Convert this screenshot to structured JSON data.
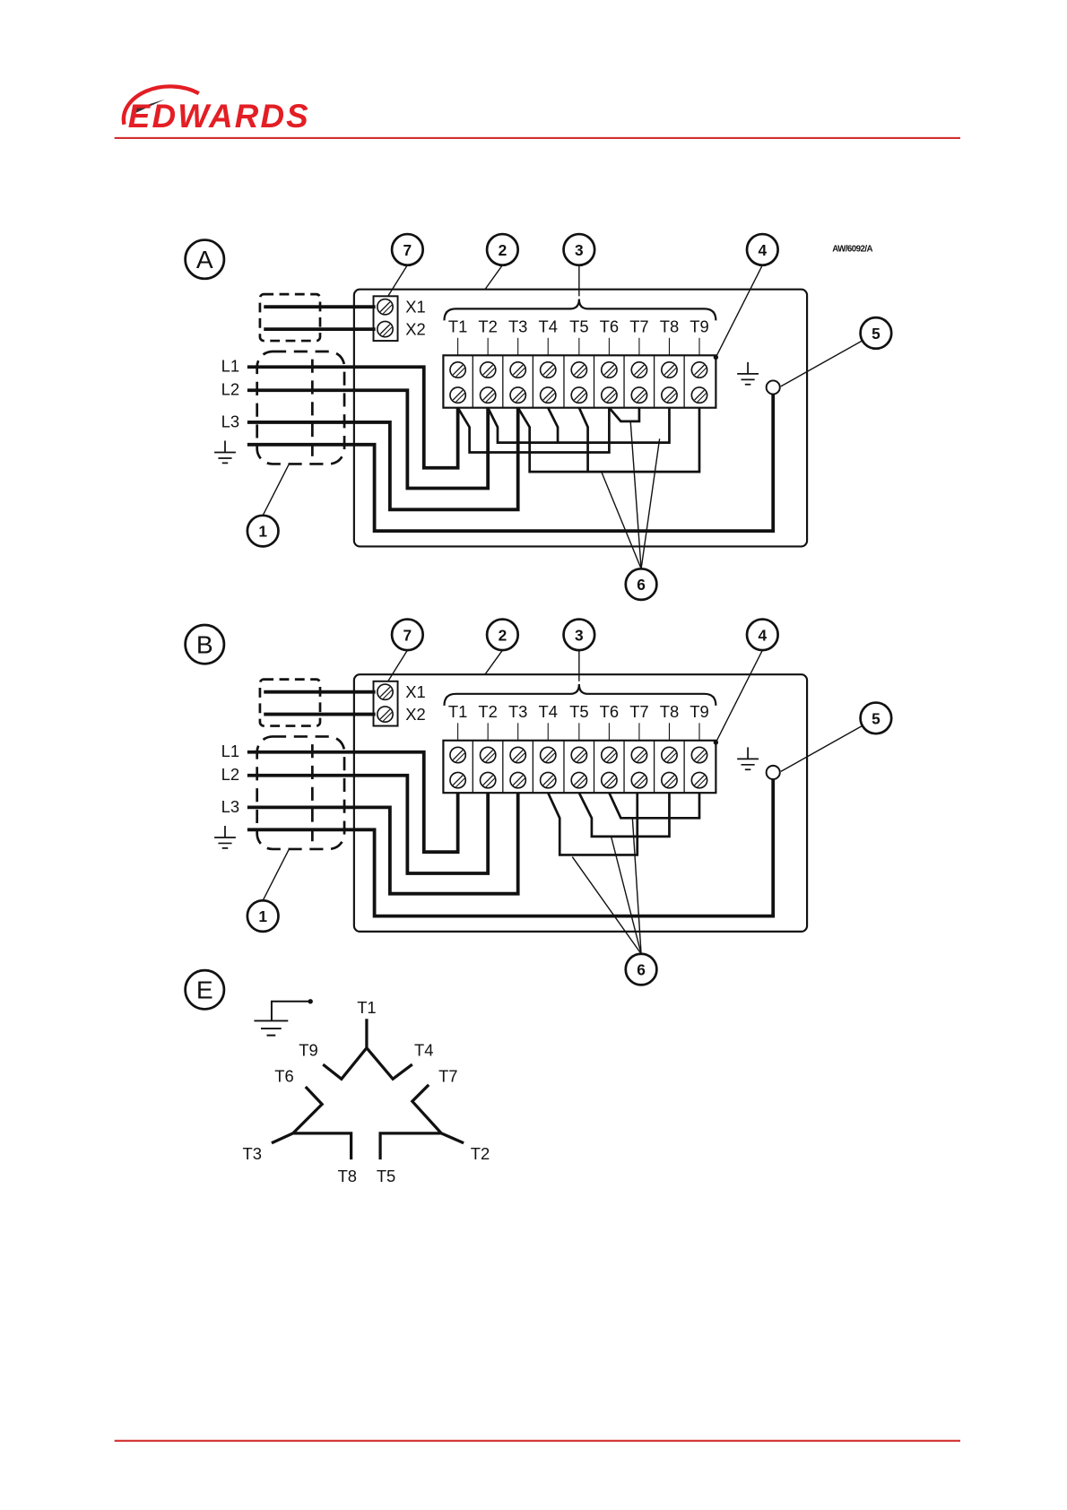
{
  "header": {
    "logo_text": "EDWARDS",
    "brand_color": "#e31e24"
  },
  "drawing_ref": "AW/6092/A",
  "panels": [
    {
      "id": "A"
    },
    {
      "id": "B"
    }
  ],
  "callouts": [
    "1",
    "2",
    "3",
    "4",
    "5",
    "6",
    "7"
  ],
  "terminals": [
    "T1",
    "T2",
    "T3",
    "T4",
    "T5",
    "T6",
    "T7",
    "T8",
    "T9"
  ],
  "aux_terminals": [
    "X1",
    "X2"
  ],
  "supply_lines": [
    "L1",
    "L2",
    "L3"
  ],
  "panel_e": {
    "id": "E",
    "terminals": [
      "T1",
      "T9",
      "T4",
      "T6",
      "T7",
      "T3",
      "T2",
      "T8",
      "T5"
    ]
  }
}
